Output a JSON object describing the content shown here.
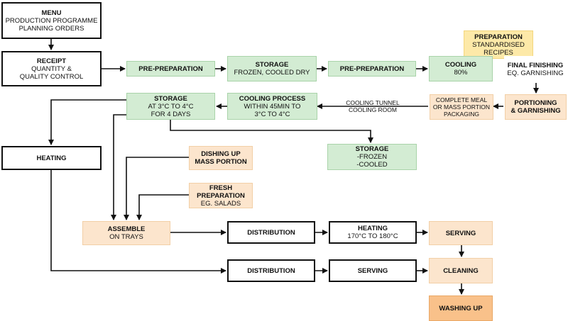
{
  "nodes": {
    "menu": {
      "title": "MENU",
      "lines": [
        "PRODUCTION PROGRAMME",
        "PLANNING ORDERS"
      ]
    },
    "receipt": {
      "title": "RECEIPT",
      "lines": [
        "QUANTITY &",
        "QUALITY CONTROL"
      ]
    },
    "pre_prep_1": {
      "title": "PRE-PREPARATION"
    },
    "storage_frozen": {
      "title": "STORAGE",
      "lines": [
        "FROZEN, COOLED DRY"
      ]
    },
    "pre_prep_2": {
      "title": "PRE-PREPARATION"
    },
    "cooling": {
      "title": "COOLING",
      "lines": [
        "80%"
      ]
    },
    "preparation": {
      "title": "PREPARATION",
      "lines": [
        "STANDARDISED",
        "RECIPES"
      ]
    },
    "final_finishing": {
      "title": "FINAL FINISHING",
      "lines": [
        "EQ. GARNISHING"
      ]
    },
    "portioning": {
      "title": "PORTIONING",
      "lines": [
        "& GARNISHING"
      ]
    },
    "complete_meal": {
      "lines": [
        "COMPLETE MEAL",
        "OR MASS PORTION",
        "PACKAGING"
      ]
    },
    "cooling_process": {
      "title": "COOLING PROCESS",
      "lines": [
        "WITHIN 45MIN TO",
        "3°C TO 4°C"
      ]
    },
    "storage_days": {
      "title": "STORAGE",
      "lines": [
        "AT 3°C TO 4°C",
        "FOR 4 DAYS"
      ]
    },
    "storage_fc": {
      "title": "STORAGE",
      "lines": [
        "-FROZEN",
        "-COOLED"
      ]
    },
    "heating_left": {
      "title": "HEATING"
    },
    "dishing_up": {
      "title": "DISHING UP",
      "lines": [
        "MASS PORTION"
      ]
    },
    "fresh_prep": {
      "title": "FRESH",
      "lines": [
        "PREPARATION",
        "EG. SALADS"
      ]
    },
    "assemble": {
      "title": "ASSEMBLE",
      "lines": [
        "ON TRAYS"
      ]
    },
    "distribution_1": {
      "title": "DISTRIBUTION"
    },
    "heating_temp": {
      "title": "HEATING",
      "lines": [
        "170°C TO 180°C"
      ]
    },
    "serving_1": {
      "title": "SERVING"
    },
    "distribution_2": {
      "title": "DISTRIBUTION"
    },
    "serving_2": {
      "title": "SERVING"
    },
    "cleaning": {
      "title": "CLEANING"
    },
    "washing_up": {
      "title": "WASHING UP"
    }
  },
  "edge_labels": {
    "cooling_tunnel": [
      "COOLING TUNNEL",
      "COOLING ROOM"
    ]
  }
}
